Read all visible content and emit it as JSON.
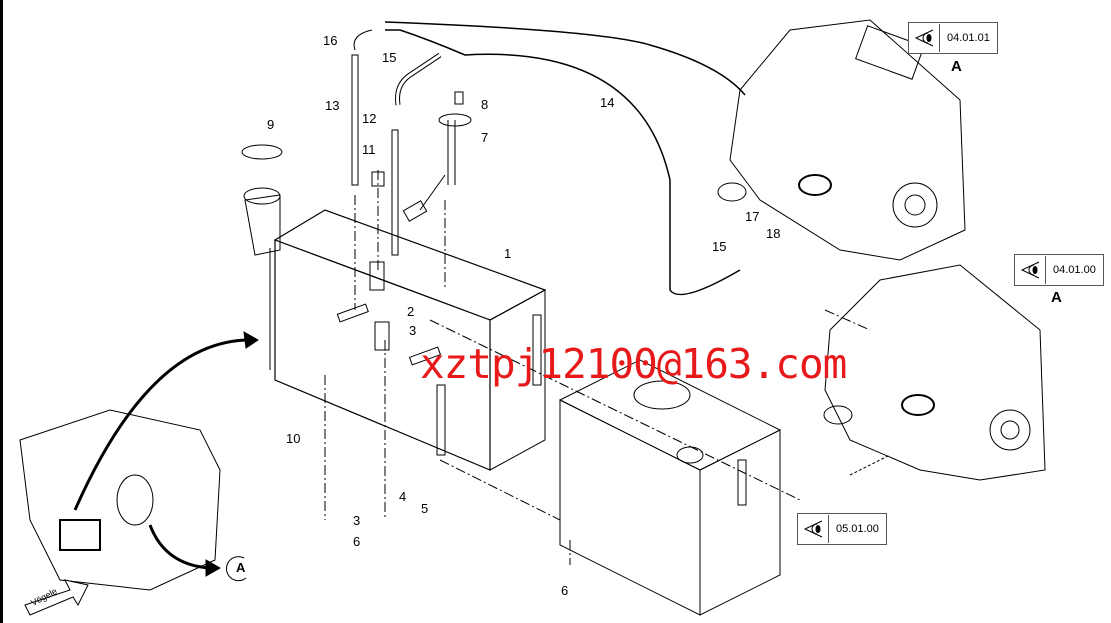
{
  "callouts": [
    {
      "label": "16"
    },
    {
      "label": "15"
    },
    {
      "label": "13"
    },
    {
      "label": "12"
    },
    {
      "label": "8"
    },
    {
      "label": "9"
    },
    {
      "label": "14"
    },
    {
      "label": "7"
    },
    {
      "label": "11"
    },
    {
      "label": "1"
    },
    {
      "label": "2"
    },
    {
      "label": "3"
    },
    {
      "label": "10"
    },
    {
      "label": "4"
    },
    {
      "label": "5"
    },
    {
      "label": "3"
    },
    {
      "label": "6"
    },
    {
      "label": "6"
    },
    {
      "label": "17"
    },
    {
      "label": "18"
    },
    {
      "label": "15"
    }
  ],
  "references": [
    {
      "code": "04.01.01",
      "view": "A",
      "icon": "eye-view-icon"
    },
    {
      "code": "04.01.00",
      "view": "A",
      "icon": "eye-view-icon"
    },
    {
      "code": "05.01.00",
      "icon": "eye-view-icon"
    }
  ],
  "view_marker": "A",
  "logo": "Vögele",
  "watermark": "xztpj12100@163.com"
}
